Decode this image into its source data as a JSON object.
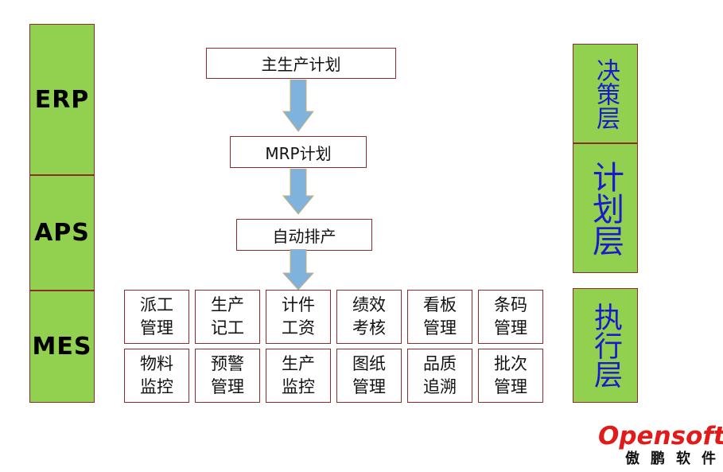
{
  "layers_left": [
    {
      "label": "ERP"
    },
    {
      "label": "APS"
    },
    {
      "label": "MES"
    }
  ],
  "layers_right": [
    {
      "label": "决策层"
    },
    {
      "label": "计划层"
    },
    {
      "label": "执行层"
    }
  ],
  "flow": [
    {
      "label": "主生产计划"
    },
    {
      "label": "MRP计划"
    },
    {
      "label": "自动排产"
    }
  ],
  "modules_row1": [
    {
      "label": "派工管理"
    },
    {
      "label": "生产记工"
    },
    {
      "label": "计件工资"
    },
    {
      "label": "绩效考核"
    },
    {
      "label": "看板管理"
    },
    {
      "label": "条码管理"
    }
  ],
  "modules_row2": [
    {
      "label": "物料监控"
    },
    {
      "label": "预警管理"
    },
    {
      "label": "生产监控"
    },
    {
      "label": "图纸管理"
    },
    {
      "label": "品质追溯"
    },
    {
      "label": "批次管理"
    }
  ],
  "logo": {
    "brand": "Opensoft",
    "name_cn": "傲鹏软件"
  },
  "colors": {
    "layer_fill": "#92d050",
    "border": "#8b2d2d",
    "arrow": "#7fb2dc",
    "right_text": "#1a1acc",
    "logo_red": "#e31a1a"
  }
}
